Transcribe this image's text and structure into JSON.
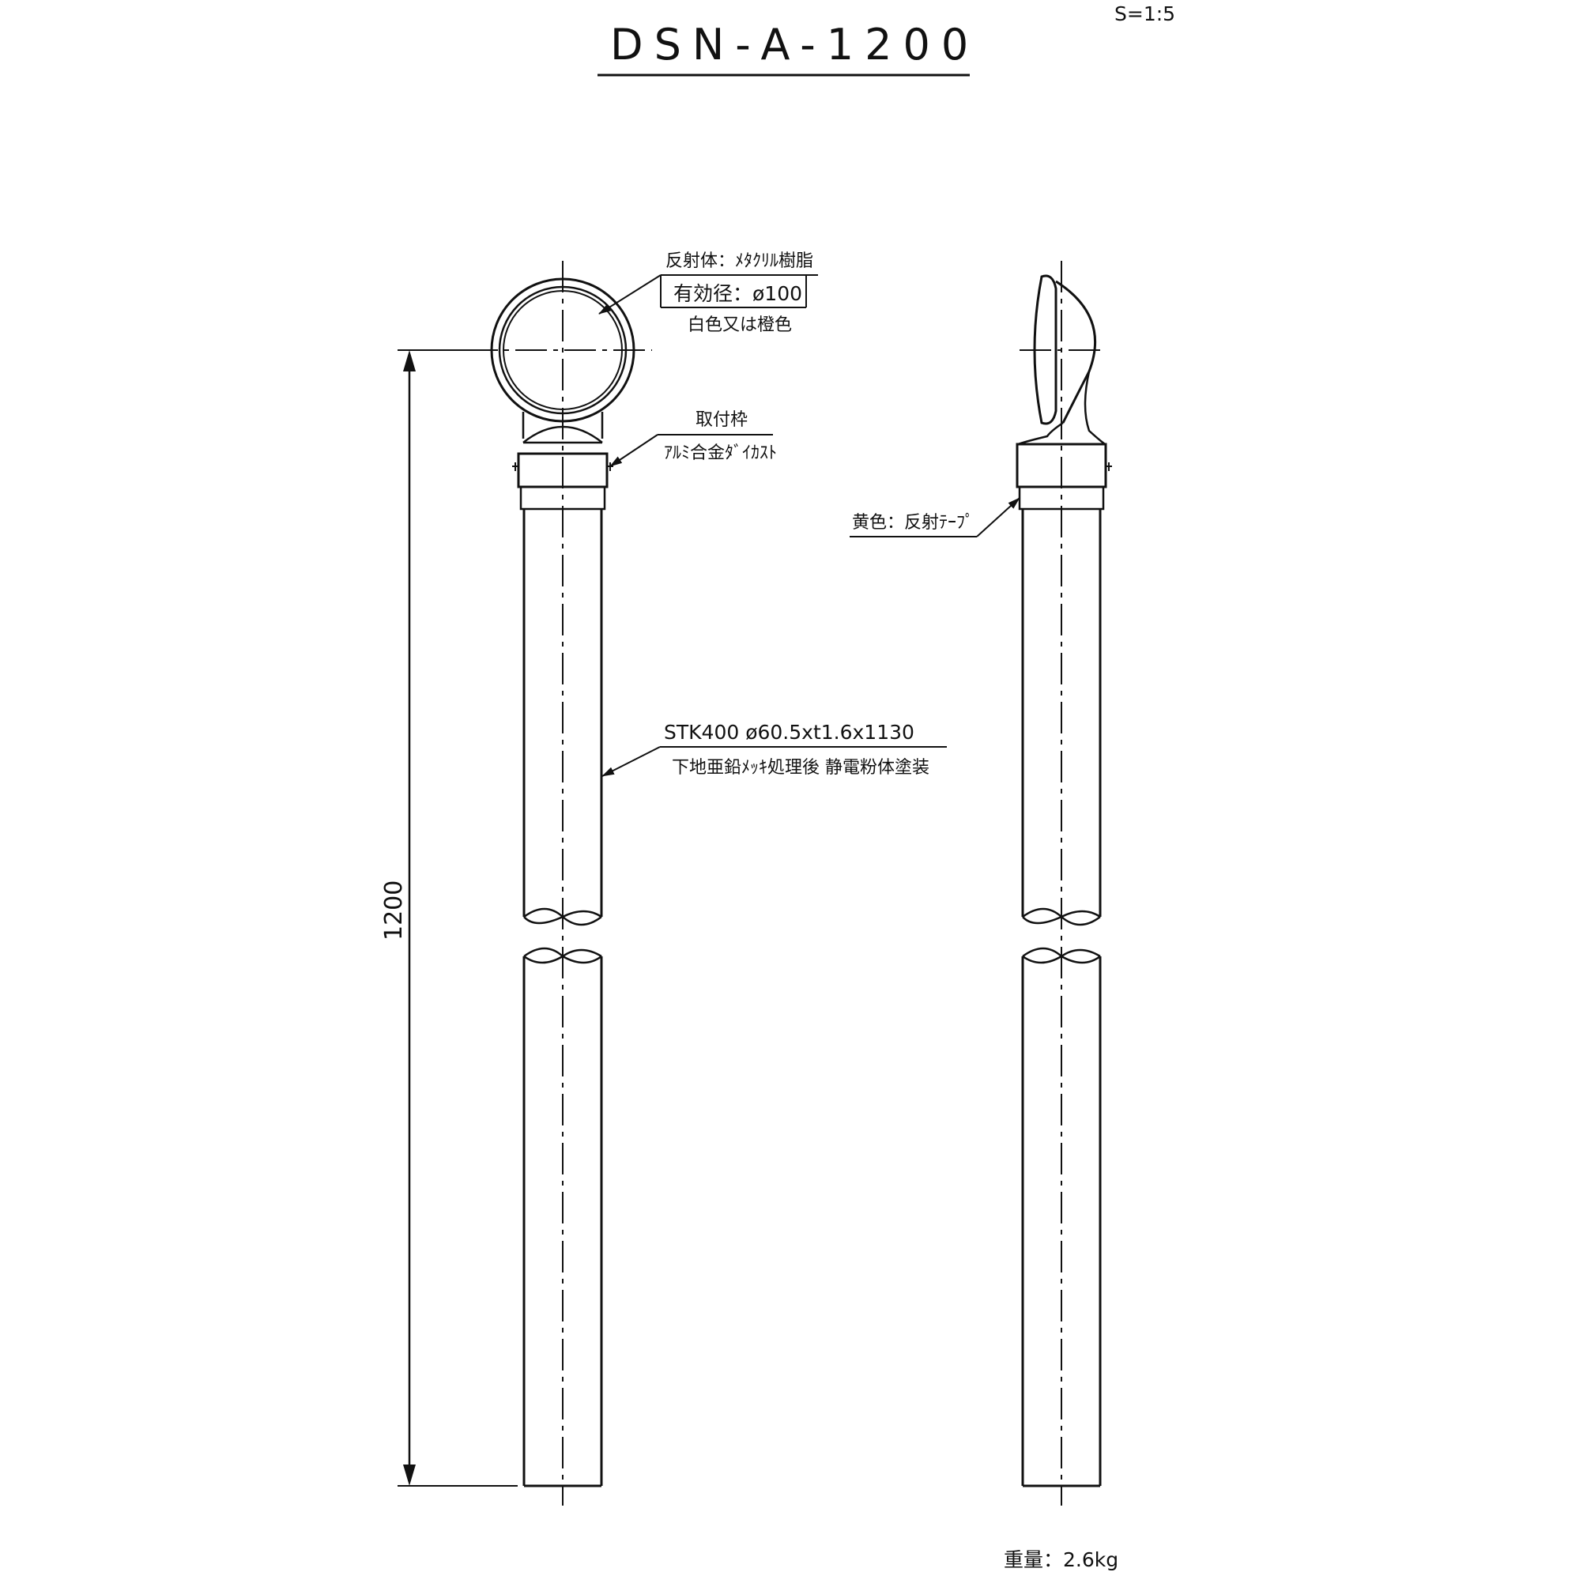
{
  "title": {
    "drawing_number": "DSN-A-1200",
    "scale": "S=1:5"
  },
  "dimensions": {
    "height": "1200"
  },
  "notes": {
    "reflector": {
      "material": "反射体：ﾒﾀｸﾘﾙ樹脂",
      "diameter": "有効径：ø100",
      "color": "白色又は橙色"
    },
    "mount": {
      "name": "取付枠",
      "material": "ｱﾙﾐ合金ﾀﾞｲｶｽﾄ"
    },
    "tape": {
      "label": "黄色：反射ﾃｰﾌﾟ"
    },
    "pipe": {
      "spec": "STK400 ø60.5xt1.6x1130",
      "finish": "下地亜鉛ﾒｯｷ処理後 静電粉体塗装"
    },
    "weight": "重量：2.6kg"
  },
  "colors": {
    "line": "#111111",
    "background": "#ffffff"
  }
}
